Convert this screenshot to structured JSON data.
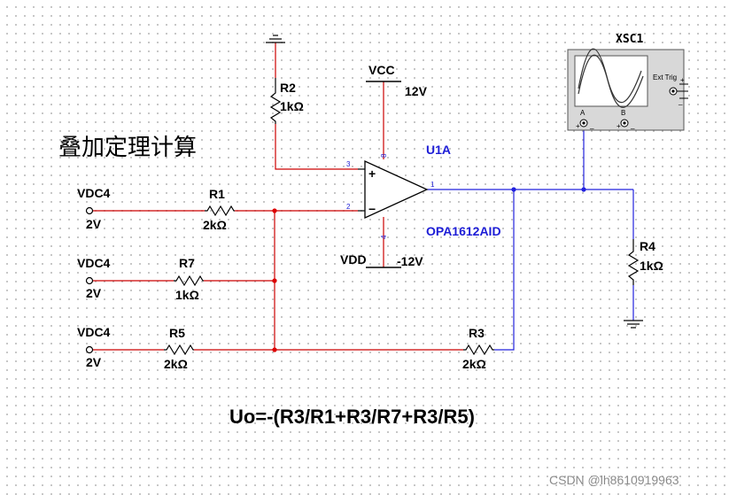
{
  "title": "叠加定理计算",
  "formula": "Uo=-(R3/R1+R3/R7+R3/R5)",
  "watermark": "CSDN @lh8610919963",
  "colors": {
    "wire_red": "#cc0000",
    "wire_blue": "#2222dd",
    "component": "#000000",
    "junction": "#dd0000"
  },
  "sources": [
    {
      "name": "VDC4",
      "value": "2V"
    },
    {
      "name": "VDC4",
      "value": "2V"
    },
    {
      "name": "VDC4",
      "value": "2V"
    }
  ],
  "resistors": {
    "r1": {
      "name": "R1",
      "value": "2kΩ"
    },
    "r7": {
      "name": "R7",
      "value": "1kΩ"
    },
    "r5": {
      "name": "R5",
      "value": "2kΩ"
    },
    "r2": {
      "name": "R2",
      "value": "1kΩ"
    },
    "r3": {
      "name": "R3",
      "value": "2kΩ"
    },
    "r4": {
      "name": "R4",
      "value": "1kΩ"
    }
  },
  "opamp": {
    "ref": "U1A",
    "part": "OPA1612AID",
    "pins": {
      "noninv": "3",
      "inv": "2",
      "out": "1",
      "vplus": "8",
      "vminus": "4"
    },
    "plus_sign": "+",
    "minus_sign": "−"
  },
  "supplies": {
    "vcc": {
      "name": "VCC",
      "value": "12V"
    },
    "vdd": {
      "name": "VDD",
      "value": "-12V"
    }
  },
  "scope": {
    "name": "XSC1",
    "ext_trig": "Ext Trig",
    "channel_a": "A",
    "channel_b": "B",
    "plus": "+",
    "minus": "_"
  }
}
